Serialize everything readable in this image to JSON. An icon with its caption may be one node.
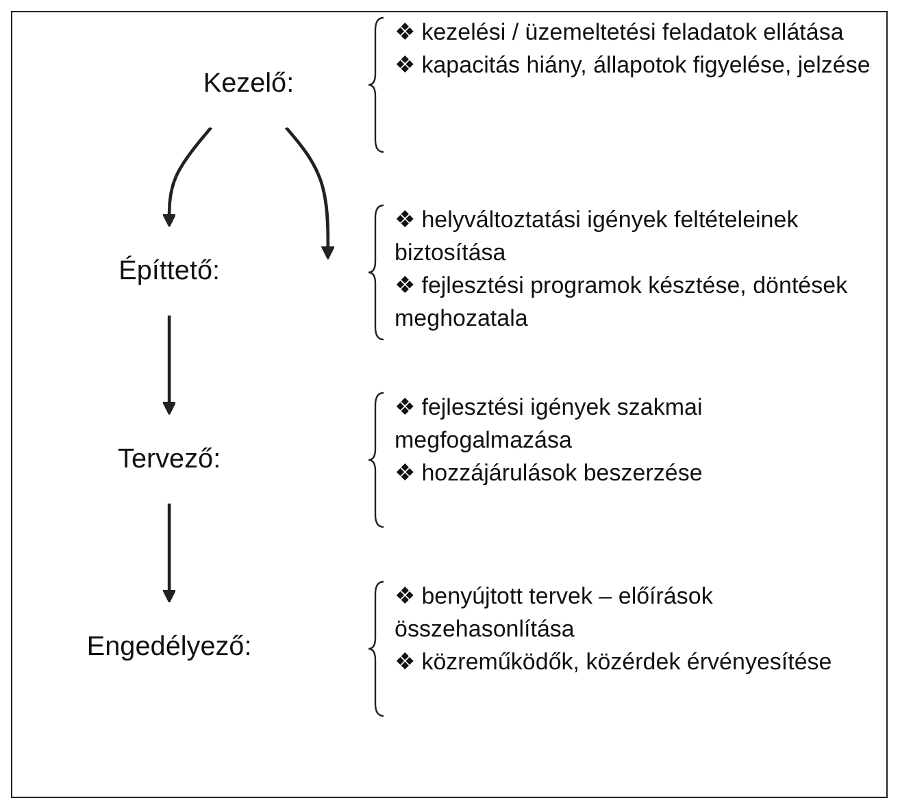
{
  "diagram": {
    "nodes": [
      {
        "text": [
          "Kezelő:"
        ],
        "beside": [
          "❖ kezelési / üzemeltetési feladatok ellátása",
          "❖ kapacitás hiány, állapotok figyelése, jelzése"
        ]
      },
      {
        "text": [
          "Építtető:"
        ],
        "beside": [
          "❖ helyváltoztatási igények feltételeinek biztosítása",
          "❖ fejlesztési programok késztése, döntések meghozatala"
        ]
      },
      {
        "text": [
          "Tervező:"
        ],
        "beside": [
          "❖ fejlesztési igények szakmai megfogalmazása",
          "❖ hozzájárulások beszerzése"
        ]
      },
      {
        "text": [
          "Engedélyező:"
        ],
        "beside": [
          "❖ benyújtott tervek – előírások összehasonlítása",
          "❖ közreműködők, közérdek érvényesítése"
        ]
      }
    ],
    "edges": [
      {
        "from": 0,
        "to": null,
        "arrow": "to"
      },
      {
        "from": 0,
        "to": 1,
        "arrow": "to"
      },
      {
        "from": 1,
        "to": 2,
        "arrow": "to"
      },
      {
        "from": 2,
        "to": 3,
        "arrow": "to"
      }
    ]
  }
}
